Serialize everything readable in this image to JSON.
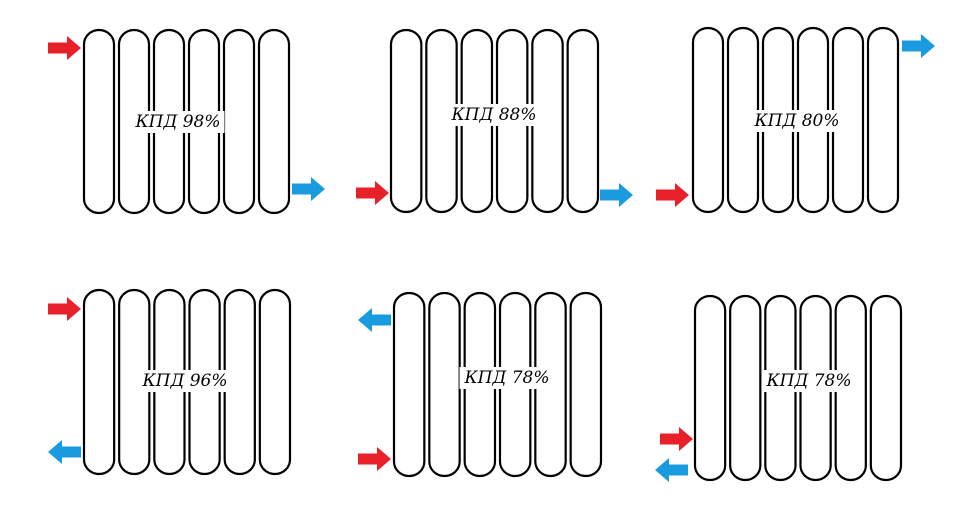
{
  "colors": {
    "supply_arrow": "#e8202a",
    "return_arrow": "#1a9be0",
    "outline": "#000000",
    "background": "#ffffff"
  },
  "sections_per_radiator": 6,
  "radiators": [
    {
      "label": "КПД 98%",
      "supply": "left-top",
      "return": "right-bottom"
    },
    {
      "label": "КПД 88%",
      "supply": "left-bottom",
      "return": "right-bottom"
    },
    {
      "label": "КПД 80%",
      "supply": "left-bottom",
      "return": "right-top"
    },
    {
      "label": "КПД 96%",
      "supply": "left-top",
      "return": "left-bottom"
    },
    {
      "label": "КПД 78%",
      "supply": "left-bottom",
      "return": "left-top"
    },
    {
      "label": "КПД 78%",
      "supply": "left-bottom-upper",
      "return": "left-bottom-lower"
    }
  ]
}
